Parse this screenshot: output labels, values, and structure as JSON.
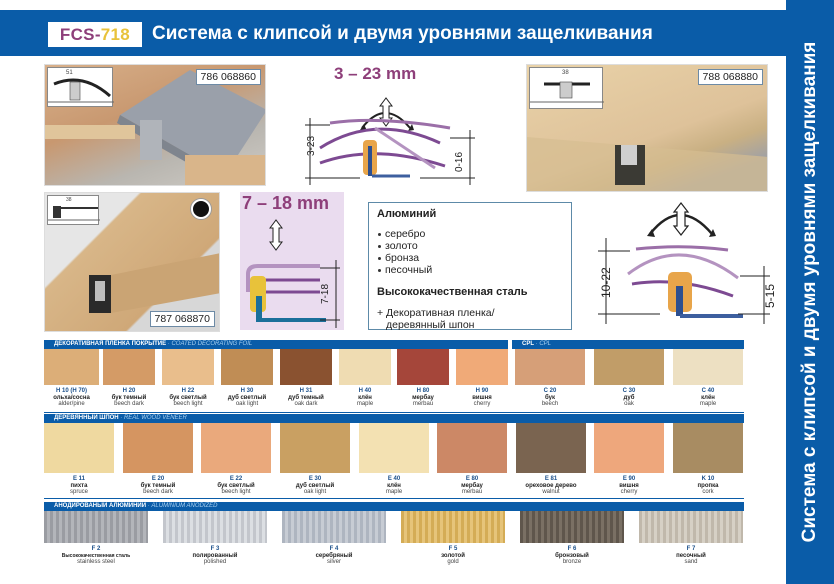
{
  "header": {
    "badge_prefix": "FCS-",
    "badge_number": "718",
    "title": "Система с клипсой и двумя уровнями защелкивания",
    "colors": {
      "bar": "#0a5ca8",
      "badge_prefix": "#8e3f7a",
      "badge_number": "#e8c23a"
    }
  },
  "sidebar": {
    "text": "Система с клипсой и двумя уровнями защелкивания"
  },
  "products": [
    {
      "code": "786 068860",
      "inset_dimension": "51"
    },
    {
      "code": "788 068880",
      "inset_dimension": "38"
    },
    {
      "code": "787 068870",
      "inset_dimension": "38"
    }
  ],
  "diagrams": [
    {
      "range_label": "3 – 23 mm",
      "left_dim": "3-23",
      "right_dim": "0-16"
    },
    {
      "range_label": "7 – 18 mm",
      "right_dim": "7-18"
    },
    {
      "left_dim": "10-22",
      "right_dim": "5-15"
    }
  ],
  "infobox": {
    "heading1": "Алюминий",
    "items": [
      "серебро",
      "золото",
      "бронза",
      "песочный"
    ],
    "heading2": "Высококачественная сталь",
    "extra_line1": "+ Декоративная пленка/",
    "extra_line2": "деревянный шпон"
  },
  "sections": {
    "foil": {
      "title_ru": "ДЕКОРАТИВНАЯ ПЛЁНКА ПОКРЫТИЕ",
      "title_en": " · COATED DECORATING FOIL",
      "swatches": [
        {
          "code": "H 10 (H 70)",
          "ru": "ольха/сосна",
          "en": "alder/pine",
          "color": "#dcae78"
        },
        {
          "code": "H 20",
          "ru": "бук темный",
          "en": "beech dark",
          "color": "#d49b66"
        },
        {
          "code": "H 22",
          "ru": "бук светлый",
          "en": "beech light",
          "color": "#e9be8c"
        },
        {
          "code": "H 30",
          "ru": "дуб светлый",
          "en": "oak light",
          "color": "#c08d55"
        },
        {
          "code": "H 31",
          "ru": "дуб темный",
          "en": "oak dark",
          "color": "#8a5230"
        },
        {
          "code": "H 40",
          "ru": "клён",
          "en": "maple",
          "color": "#efdcb2"
        },
        {
          "code": "H 80",
          "ru": "мербау",
          "en": "merbau",
          "color": "#a5463a"
        },
        {
          "code": "H 90",
          "ru": "вишня",
          "en": "cherry",
          "color": "#f0aa78"
        }
      ]
    },
    "cpl": {
      "title_ru": "CPL",
      "title_en": " · CPL",
      "swatches": [
        {
          "code": "C 20",
          "ru": "бук",
          "en": "beech",
          "color": "#d69f78"
        },
        {
          "code": "C 30",
          "ru": "дуб",
          "en": "oak",
          "color": "#c19d68"
        },
        {
          "code": "C 40",
          "ru": "клён",
          "en": "maple",
          "color": "#ede0c2"
        }
      ]
    },
    "veneer": {
      "title_ru": "ДЕРЕВЯННЫЙ ШПОН",
      "title_en": " · REAL WOOD VENEER",
      "swatches": [
        {
          "code": "E 11",
          "ru": "пихта",
          "en": "spruce",
          "color": "#efd9a0"
        },
        {
          "code": "E 20",
          "ru": "бук темный",
          "en": "beech dark",
          "color": "#d59561"
        },
        {
          "code": "E 22",
          "ru": "бук светлый",
          "en": "beech light",
          "color": "#eaa97c"
        },
        {
          "code": "E 30",
          "ru": "дуб светлый",
          "en": "oak light",
          "color": "#c9a062"
        },
        {
          "code": "E 40",
          "ru": "клён",
          "en": "maple",
          "color": "#f3e1b2"
        },
        {
          "code": "E 80",
          "ru": "мербау",
          "en": "merbau",
          "color": "#cc8866"
        },
        {
          "code": "E 81",
          "ru": "ореховое дерево",
          "en": "walnut",
          "color": "#7a6450"
        },
        {
          "code": "E 90",
          "ru": "вишня",
          "en": "cherry",
          "color": "#eea77c"
        },
        {
          "code": "K 10",
          "ru": "пропка",
          "en": "cork",
          "color": "#a88c62"
        }
      ]
    },
    "anodized": {
      "title_ru": "АНОДИРОВАНЫЙ АЛЮМИНИЙ",
      "title_en": " · ALUMINIUM ANODIZED",
      "swatches": [
        {
          "code": "F 2",
          "ru": "Высококачественная сталь",
          "en": "stainless steel",
          "color": "#a3a5aa"
        },
        {
          "code": "F 3",
          "ru": "полированный",
          "en": "polished",
          "color": "#c8cbd0"
        },
        {
          "code": "F 4",
          "ru": "серебряный",
          "en": "silver",
          "color": "#b5bcc6"
        },
        {
          "code": "F 5",
          "ru": "золотой",
          "en": "gold",
          "color": "#d9b462"
        },
        {
          "code": "F 6",
          "ru": "бронзовый",
          "en": "bronze",
          "color": "#6e6458"
        },
        {
          "code": "F 7",
          "ru": "песочный",
          "en": "sand",
          "color": "#c9c2b6"
        }
      ]
    }
  }
}
